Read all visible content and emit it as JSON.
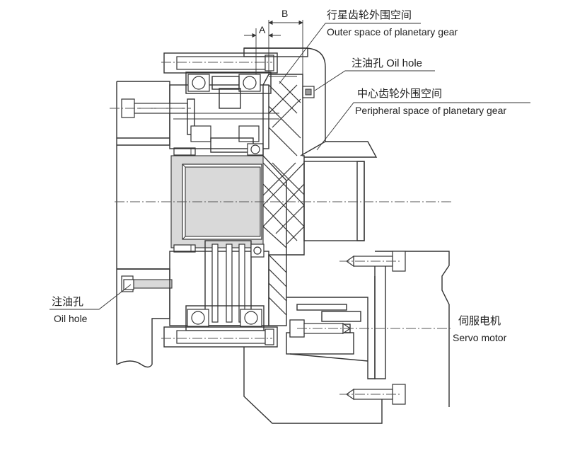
{
  "dimensions": {
    "a": "A",
    "b": "B"
  },
  "callouts": {
    "outer_space": {
      "cn": "行星齿轮外围空间",
      "en": "Outer space of planetary gear"
    },
    "oil_hole_top": {
      "text": "注油孔 Oil hole"
    },
    "peripheral_space": {
      "cn": "中心齿轮外围空间",
      "en": "Peripheral space of planetary gear"
    },
    "oil_hole_left": {
      "cn": "注油孔",
      "en": "Oil hole"
    },
    "servo_motor": {
      "cn": "伺服电机",
      "en": "Servo motor"
    }
  }
}
